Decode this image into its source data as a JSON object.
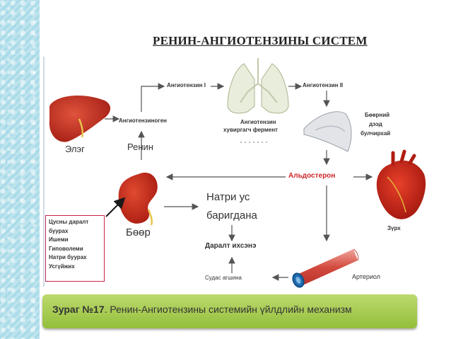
{
  "title": "РЕНИН-АНГИОТЕНЗИНЫ СИСТЕМ",
  "labels": {
    "liver": "Элэг",
    "angiotensinogen": "Ангиотензиноген",
    "angiotensin1": "Ангиотензин I",
    "angiotensin2": "Ангиотензин II",
    "ace_line1": "Ангиотензин",
    "ace_line2": "хувиргагч фермент",
    "adrenal_line1": "Бөөрний",
    "adrenal_line2": "дээд",
    "adrenal_line3": "булчирхай",
    "renin": "Ренин",
    "aldosterone": "Альдостерон",
    "kidney": "Бөөр",
    "sodium_line1": "Натри ус",
    "sodium_line2": "баригдана",
    "heart": "Зүрх",
    "pressure_up": "Даралт ихсэнэ",
    "arteriole": "Артериол",
    "vasoconstriction": "Судас агшина"
  },
  "triggers": [
    "Цусны даралт",
    "буурах",
    "Ишеми",
    "Гиповолеми",
    "Натри буурах",
    "Усгүйжих"
  ],
  "caption": {
    "prefix": "Зураг №17",
    "text": ". Ренин-Ангиотензины системийн үйлдлийн механизм"
  },
  "colors": {
    "accent_red": "#d0262a",
    "caption_green": "#a5cc4e",
    "strip_blue": "#a9dbe8"
  }
}
